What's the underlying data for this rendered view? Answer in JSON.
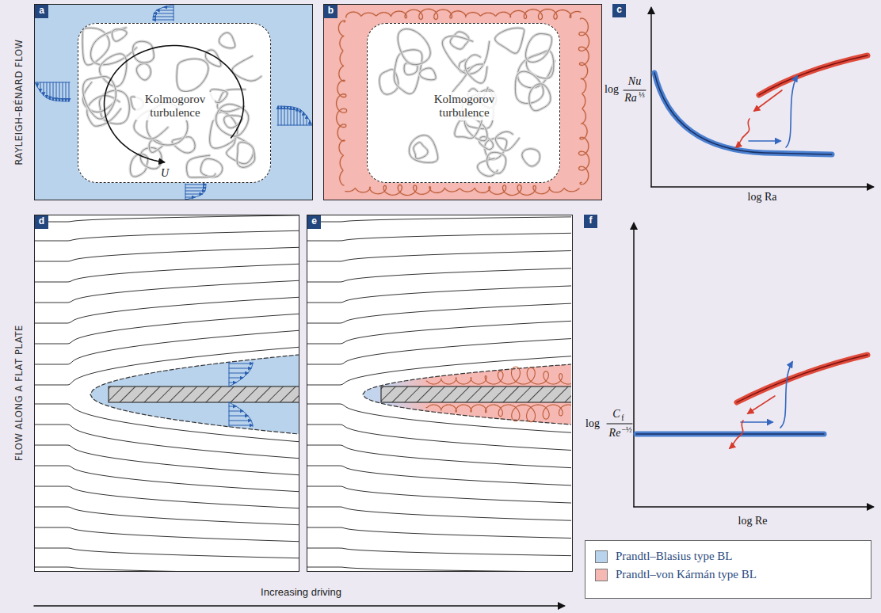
{
  "diagram": {
    "nodes": [
      {
        "text": [
          "a"
        ]
      },
      {
        "text": [
          "Kolmogorov turbulence",
          "U"
        ],
        "in": 0
      },
      {
        "text": [
          "b"
        ]
      },
      {
        "text": [
          "Kolmogorov turbulence"
        ],
        "in": 2
      },
      {
        "text": [
          "c"
        ]
      },
      {
        "text": [
          "d"
        ]
      },
      {
        "text": [
          "e"
        ]
      },
      {
        "text": [
          "f"
        ]
      }
    ],
    "labels": [
      "RAYLEIGH–BÉNARD FLOW",
      "log",
      "Nu",
      "Ra",
      "⅓",
      "log Ra",
      "FLOW ALONG A FLAT PLATE",
      "log",
      "C",
      "f",
      "Re",
      "−½",
      "log Re",
      "Increasing driving"
    ],
    "legend": [
      {
        "text": "Prandtl–Blasius type BL",
        "color": "#b9d3ec"
      },
      {
        "text": "Prandtl–von Kármán type BL",
        "color": "#f6b8b2"
      }
    ]
  }
}
